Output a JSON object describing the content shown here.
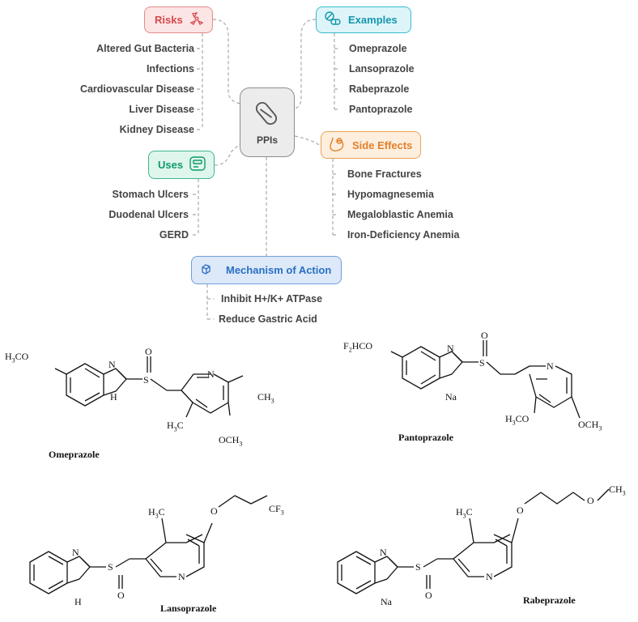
{
  "center": {
    "label": "PPIs",
    "icon": "pill-icon"
  },
  "risks": {
    "title": "Risks",
    "icon": "radiation-icon",
    "items": [
      "Altered Gut Bacteria",
      "Infections",
      "Cardiovascular Disease",
      "Liver Disease",
      "Kidney Disease"
    ]
  },
  "examples": {
    "title": "Examples",
    "icon": "pills-icon",
    "items": [
      "Omeprazole",
      "Lansoprazole",
      "Rabeprazole",
      "Pantoprazole"
    ]
  },
  "uses": {
    "title": "Uses",
    "icon": "intestine-icon",
    "items": [
      "Stomach Ulcers",
      "Duodenal Ulcers",
      "GERD"
    ]
  },
  "side_effects": {
    "title": "Side Effects",
    "icon": "stomach-icon",
    "items": [
      "Bone Fractures",
      "Hypomagnesemia",
      "Megaloblastic Anemia",
      "Iron-Deficiency Anemia"
    ]
  },
  "mechanism": {
    "title": "Mechanism of Action",
    "icon": "cube-icon",
    "items": [
      "Inhibit H+/K+ ATPase",
      "Reduce Gastric Acid"
    ]
  },
  "colors": {
    "risks": "#e48b8b",
    "examples": "#37bccd",
    "uses": "#3cb88a",
    "side_effects": "#e9a35a",
    "mechanism": "#6d9ede",
    "center": "#8d8d8d"
  },
  "structures": {
    "omeprazole": {
      "name": "Omeprazole",
      "substituents": [
        "H3CO",
        "N",
        "H",
        "S",
        "O",
        "N",
        "CH3",
        "H3C",
        "OCH3"
      ]
    },
    "pantoprazole": {
      "name": "Pantoprazole",
      "substituents": [
        "F2HCO",
        "N",
        "Na",
        "S",
        "O",
        "N",
        "H3CO",
        "OCH3"
      ]
    },
    "lansoprazole": {
      "name": "Lansoprazole",
      "substituents": [
        "N",
        "H",
        "S",
        "O",
        "N",
        "H3C",
        "O",
        "CF3"
      ]
    },
    "rabeprazole": {
      "name": "Rabeprazole",
      "substituents": [
        "N",
        "Na",
        "S",
        "O",
        "N",
        "H3C",
        "O",
        "O",
        "CH3"
      ]
    }
  }
}
